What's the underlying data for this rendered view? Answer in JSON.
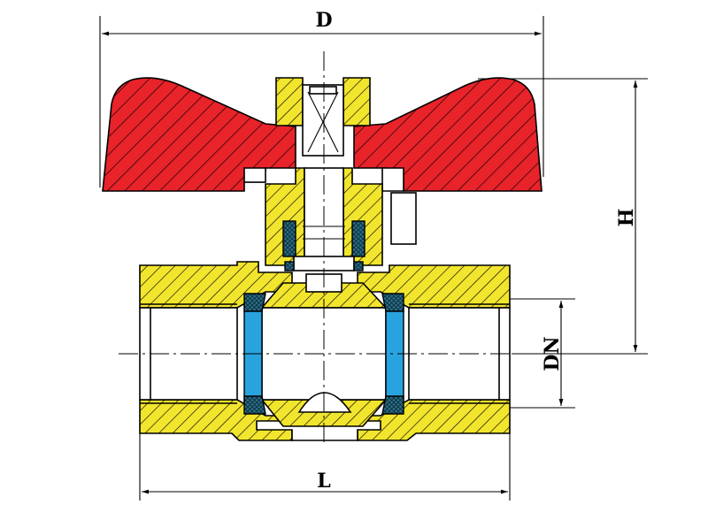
{
  "drawing": {
    "dimensions": {
      "overall_width": "D",
      "height": "H",
      "nominal_diameter": "DN",
      "length": "L"
    },
    "colors": {
      "handle": "#e8232a",
      "body": "#f2e52d",
      "seat": "#29a3e0",
      "packing": "#2a6f8a"
    },
    "icons": [
      "arrowhead-icon"
    ]
  }
}
